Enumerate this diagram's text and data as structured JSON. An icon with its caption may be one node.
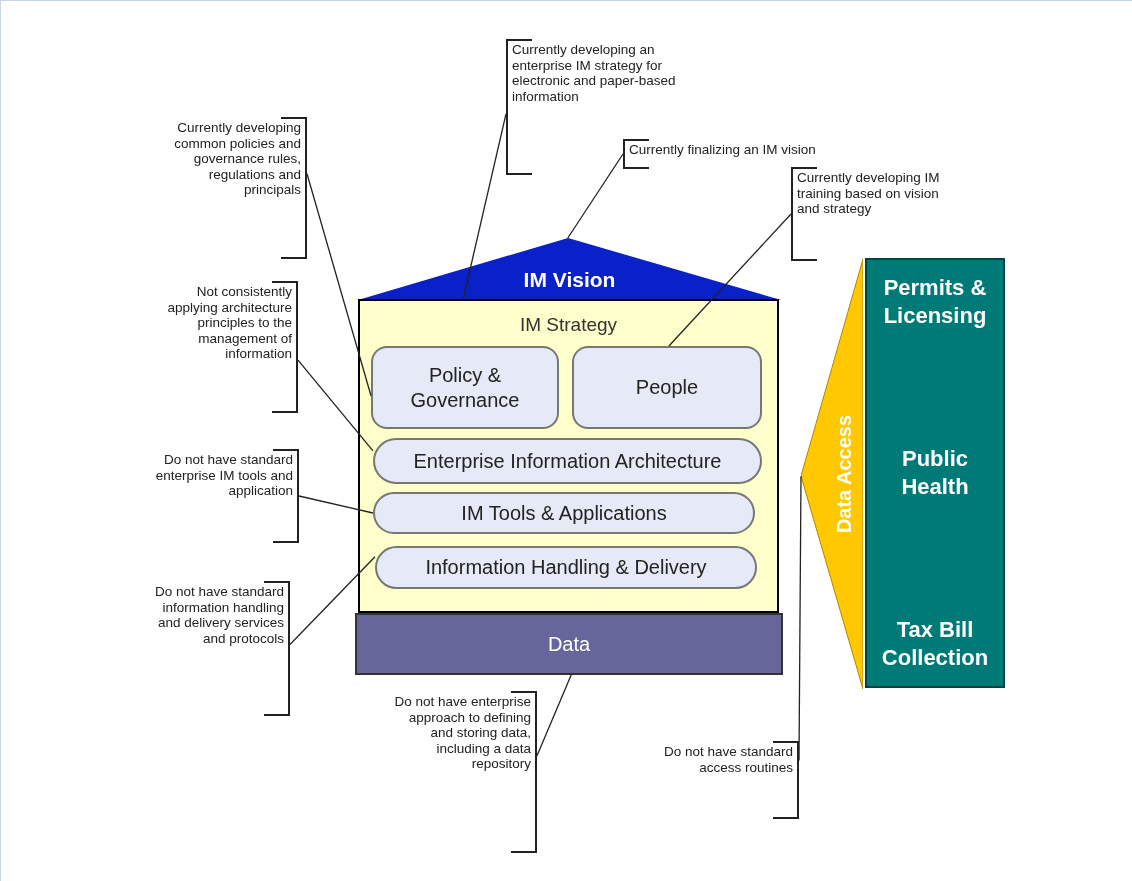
{
  "diagram": {
    "nodes": [
      {
        "text": [
          "IM Vision"
        ]
      },
      {
        "text": [
          "IM Strategy"
        ]
      },
      {
        "text": [
          "Policy & Governance"
        ],
        "in": 1
      },
      {
        "text": [
          "People"
        ],
        "in": 1
      },
      {
        "text": [
          "Enterprise Information Architecture"
        ],
        "in": 1
      },
      {
        "text": [
          "IM Tools & Applications"
        ],
        "in": 1
      },
      {
        "text": [
          "Information Handling & Delivery"
        ],
        "in": 1
      },
      {
        "text": [
          "Data"
        ]
      },
      {
        "text": [
          "Data Access"
        ]
      },
      {
        "text": [
          "Permits & Licensing",
          "Public Health",
          "Tax Bill Collection"
        ]
      },
      {
        "text": [
          "Currently developing an enterprise IM strategy for electronic and paper-based information"
        ]
      },
      {
        "text": [
          "Currently finalizing an IM vision"
        ]
      },
      {
        "text": [
          "Currently developing IM training based on vision and strategy"
        ]
      },
      {
        "text": [
          "Currently developing common policies and governance rules, regulations and principals"
        ]
      },
      {
        "text": [
          "Not consistently applying architecture principles to the management of information"
        ]
      },
      {
        "text": [
          "Do not have standard enterprise IM tools and application"
        ]
      },
      {
        "text": [
          "Do not have standard information handling and delivery services and protocols"
        ]
      },
      {
        "text": [
          "Do not have enterprise approach to defining and storing data, including a data repository"
        ]
      },
      {
        "text": [
          "Do not have standard access routines"
        ]
      }
    ],
    "edges": [
      {
        "from": 10,
        "to": 1,
        "arrow": "none"
      },
      {
        "from": 11,
        "to": 0,
        "arrow": "none"
      },
      {
        "from": 12,
        "to": 3,
        "arrow": "none"
      },
      {
        "from": 13,
        "to": 2,
        "arrow": "none"
      },
      {
        "from": 14,
        "to": 4,
        "arrow": "none"
      },
      {
        "from": 15,
        "to": 5,
        "arrow": "none"
      },
      {
        "from": 16,
        "to": 6,
        "arrow": "none"
      },
      {
        "from": 17,
        "to": 7,
        "arrow": "none"
      },
      {
        "from": 18,
        "to": 8,
        "arrow": "none"
      }
    ]
  }
}
